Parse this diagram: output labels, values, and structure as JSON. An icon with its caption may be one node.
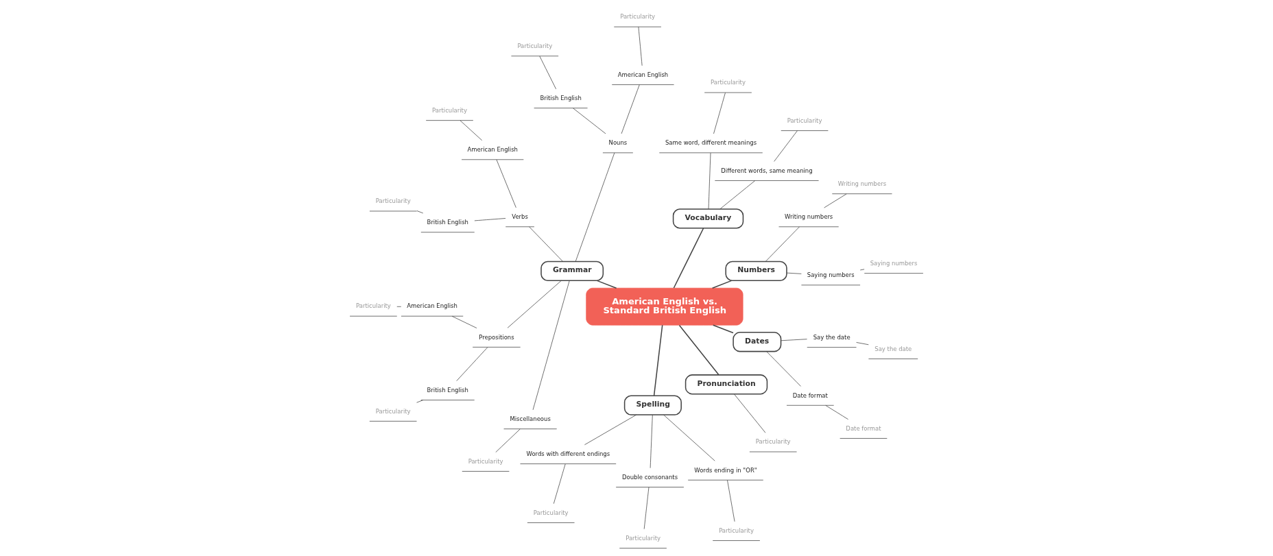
{
  "diagram": {
    "nodes": [
      {
        "text": [
          "American English vs. Standard British English"
        ]
      },
      {
        "text": [
          "Numbers"
        ]
      },
      {
        "text": [
          "Saying numbers"
        ]
      },
      {
        "text": [
          "Saying numbers"
        ]
      },
      {
        "text": [
          "Writing numbers"
        ]
      },
      {
        "text": [
          "Writing numbers"
        ]
      },
      {
        "text": [
          "Vocabulary"
        ]
      },
      {
        "text": [
          "Different words, same meaning"
        ]
      },
      {
        "text": [
          "Particularity"
        ]
      },
      {
        "text": [
          "Same word, different meanings"
        ]
      },
      {
        "text": [
          "Particularity"
        ]
      },
      {
        "text": [
          "Grammar"
        ]
      },
      {
        "text": [
          "Nouns"
        ]
      },
      {
        "text": [
          "American English"
        ]
      },
      {
        "text": [
          "Particularity"
        ]
      },
      {
        "text": [
          "British English"
        ]
      },
      {
        "text": [
          "Particularity"
        ]
      },
      {
        "text": [
          "Verbs"
        ]
      },
      {
        "text": [
          "American English"
        ]
      },
      {
        "text": [
          "Particularity"
        ]
      },
      {
        "text": [
          "British English"
        ]
      },
      {
        "text": [
          "Particularity"
        ]
      },
      {
        "text": [
          "Prepositions"
        ]
      },
      {
        "text": [
          "American English"
        ]
      },
      {
        "text": [
          "Particularity"
        ]
      },
      {
        "text": [
          "British English"
        ]
      },
      {
        "text": [
          "Particularity"
        ]
      },
      {
        "text": [
          "Miscellaneous"
        ]
      },
      {
        "text": [
          "Particularity"
        ]
      },
      {
        "text": [
          "Spelling"
        ]
      },
      {
        "text": [
          "Words with different endings"
        ]
      },
      {
        "text": [
          "Particularity"
        ]
      },
      {
        "text": [
          "Double consonants"
        ]
      },
      {
        "text": [
          "Particularity"
        ]
      },
      {
        "text": [
          "Words ending in \"OR\""
        ]
      },
      {
        "text": [
          "Particularity"
        ]
      },
      {
        "text": [
          "Pronunciation"
        ]
      },
      {
        "text": [
          "Particularity"
        ]
      },
      {
        "text": [
          "Dates"
        ]
      },
      {
        "text": [
          "Date format"
        ]
      },
      {
        "text": [
          "Date format"
        ]
      },
      {
        "text": [
          "Say the date"
        ]
      },
      {
        "text": [
          "Say the date"
        ]
      }
    ],
    "edges": [
      {
        "from": 0,
        "to": 1,
        "arrow": "none"
      },
      {
        "from": 1,
        "to": 2,
        "arrow": "none"
      },
      {
        "from": 2,
        "to": 3,
        "arrow": "none"
      },
      {
        "from": 1,
        "to": 4,
        "arrow": "none"
      },
      {
        "from": 4,
        "to": 5,
        "arrow": "none"
      },
      {
        "from": 0,
        "to": 6,
        "arrow": "none"
      },
      {
        "from": 6,
        "to": 7,
        "arrow": "none"
      },
      {
        "from": 7,
        "to": 8,
        "arrow": "none"
      },
      {
        "from": 6,
        "to": 9,
        "arrow": "none"
      },
      {
        "from": 9,
        "to": 10,
        "arrow": "none"
      },
      {
        "from": 0,
        "to": 11,
        "arrow": "none"
      },
      {
        "from": 11,
        "to": 12,
        "arrow": "none"
      },
      {
        "from": 12,
        "to": 13,
        "arrow": "none"
      },
      {
        "from": 13,
        "to": 14,
        "arrow": "none"
      },
      {
        "from": 12,
        "to": 15,
        "arrow": "none"
      },
      {
        "from": 15,
        "to": 16,
        "arrow": "none"
      },
      {
        "from": 11,
        "to": 17,
        "arrow": "none"
      },
      {
        "from": 17,
        "to": 18,
        "arrow": "none"
      },
      {
        "from": 18,
        "to": 19,
        "arrow": "none"
      },
      {
        "from": 17,
        "to": 20,
        "arrow": "none"
      },
      {
        "from": 20,
        "to": 21,
        "arrow": "none"
      },
      {
        "from": 11,
        "to": 22,
        "arrow": "none"
      },
      {
        "from": 22,
        "to": 23,
        "arrow": "none"
      },
      {
        "from": 23,
        "to": 24,
        "arrow": "none"
      },
      {
        "from": 22,
        "to": 25,
        "arrow": "none"
      },
      {
        "from": 25,
        "to": 26,
        "arrow": "none"
      },
      {
        "from": 11,
        "to": 27,
        "arrow": "none"
      },
      {
        "from": 27,
        "to": 28,
        "arrow": "none"
      },
      {
        "from": 0,
        "to": 29,
        "arrow": "none"
      },
      {
        "from": 29,
        "to": 30,
        "arrow": "none"
      },
      {
        "from": 30,
        "to": 31,
        "arrow": "none"
      },
      {
        "from": 29,
        "to": 32,
        "arrow": "none"
      },
      {
        "from": 32,
        "to": 33,
        "arrow": "none"
      },
      {
        "from": 29,
        "to": 34,
        "arrow": "none"
      },
      {
        "from": 34,
        "to": 35,
        "arrow": "none"
      },
      {
        "from": 0,
        "to": 36,
        "arrow": "none"
      },
      {
        "from": 36,
        "to": 37,
        "arrow": "none"
      },
      {
        "from": 0,
        "to": 38,
        "arrow": "none"
      },
      {
        "from": 38,
        "to": 39,
        "arrow": "none"
      },
      {
        "from": 39,
        "to": 40,
        "arrow": "none"
      },
      {
        "from": 38,
        "to": 41,
        "arrow": "none"
      },
      {
        "from": 41,
        "to": 42,
        "arrow": "none"
      }
    ]
  }
}
